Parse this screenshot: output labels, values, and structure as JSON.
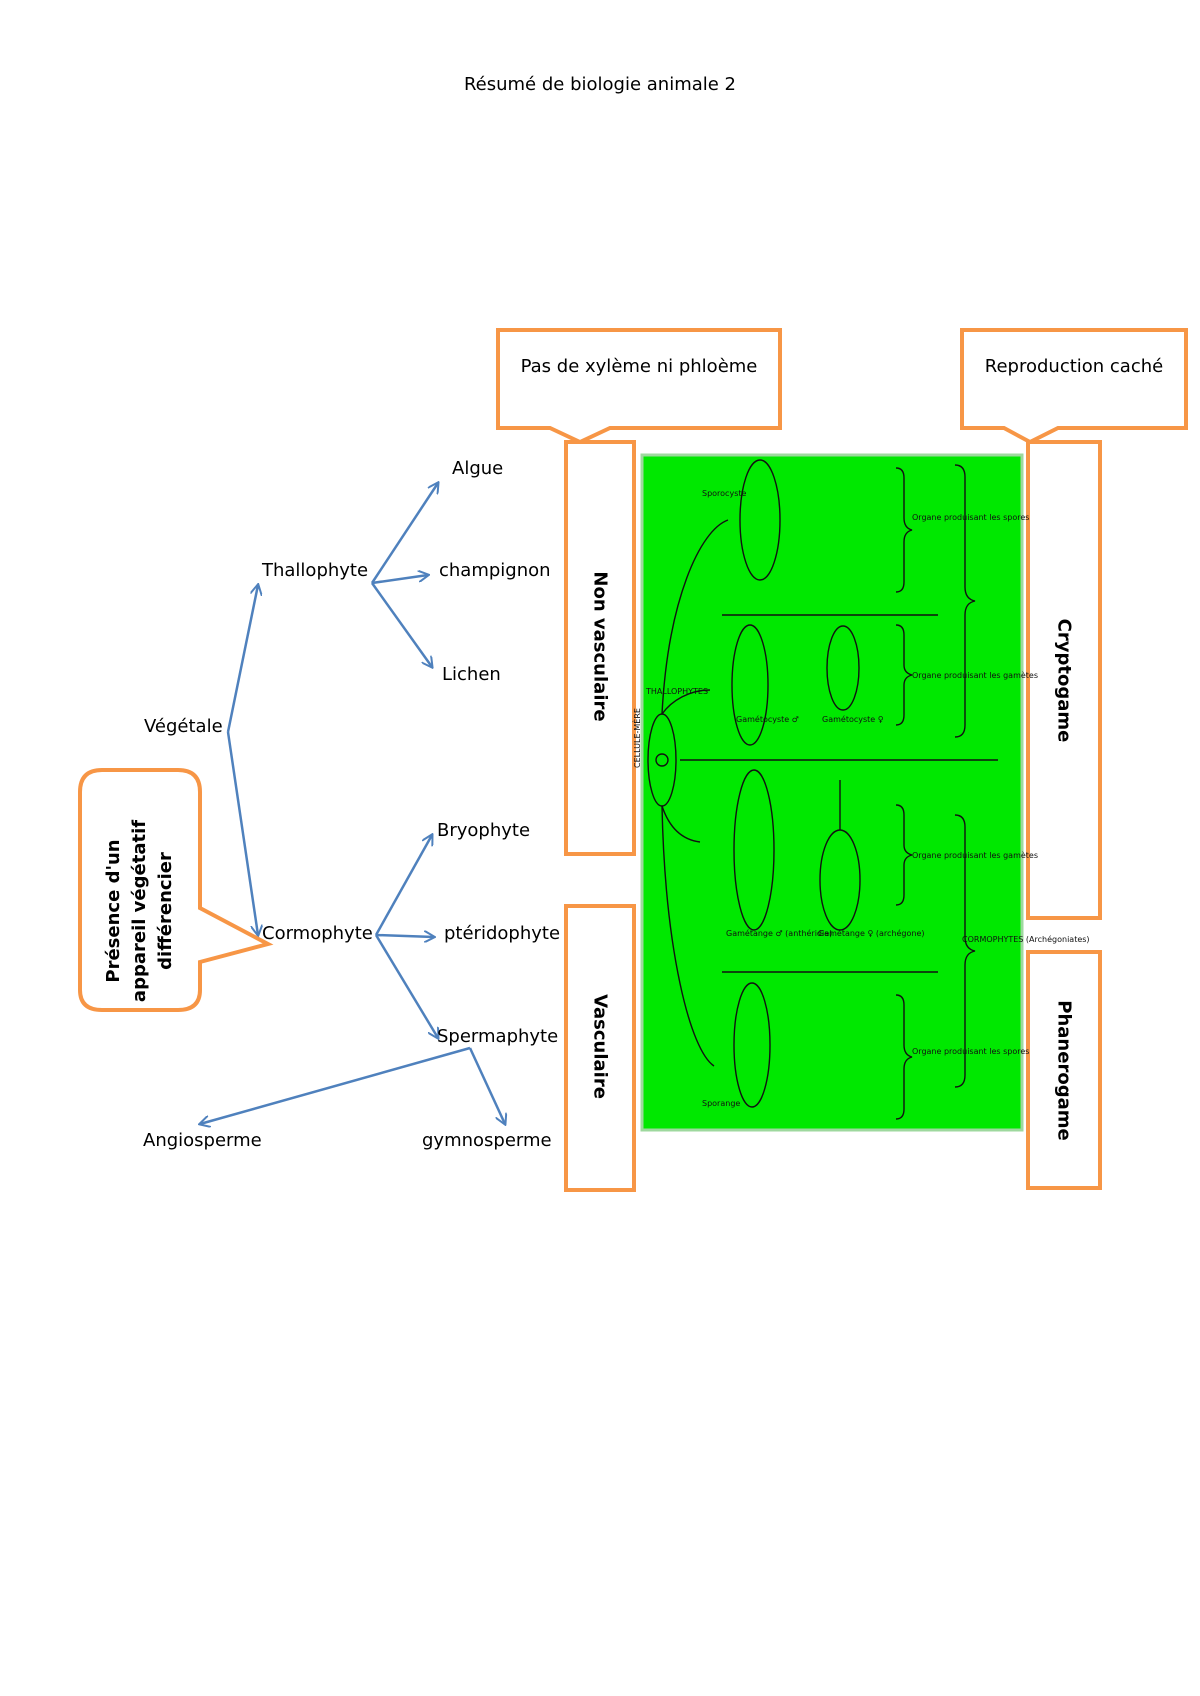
{
  "header": {
    "title": "Résumé de biologie animale 2"
  },
  "nodes": {
    "vegetale": "Végétale",
    "thallophyte": "Thallophyte",
    "cormophyte": "Cormophyte",
    "algue": "Algue",
    "champignon": "champignon",
    "lichen": "Lichen",
    "bryophyte": "Bryophyte",
    "pteridophyte": "ptéridophyte",
    "spermaphyte": "Spermaphyte",
    "angiosperme": "Angiosperme",
    "gymnosperme": "gymnosperme"
  },
  "callouts": {
    "xylem": "Pas de xylème ni phloème",
    "reproduction": "Reproduction caché",
    "appareil": "Présence d'un appareil végétatif différencier"
  },
  "boxes": {
    "non_vasculaire": "Non vasculaire",
    "vasculaire": "Vasculaire",
    "cryptogame": "Cryptogame",
    "phanerogame": "Phanerogame"
  },
  "figure": {
    "label_sporocyste": "Sporocyste",
    "label_thallophytes": "THALLOPHYTES",
    "label_organe_spores": "Organe produisant les spores",
    "label_gametocyste_m": "Gamétocyste ♂",
    "label_gametocyste_f": "Gamétocyste ♀",
    "label_organe_gametes": "Organe produisant les gamètes",
    "label_gametange_m": "Gamétange ♂ (anthéridie)",
    "label_gametange_f": "Gamétange ♀ (archégone)",
    "label_organe_gametes_2": "Organe produisant les gamètes",
    "label_cormophytes": "CORMOPHYTES (Archégoniates)",
    "label_sporange": "Sporange",
    "label_organe_spores_2": "Organe produisant les spores",
    "label_cellule": "CELLULE-MÈRE"
  },
  "colors": {
    "arrow": "#4f81bd",
    "box": "#f79646",
    "figure_bg": "#00e800"
  }
}
